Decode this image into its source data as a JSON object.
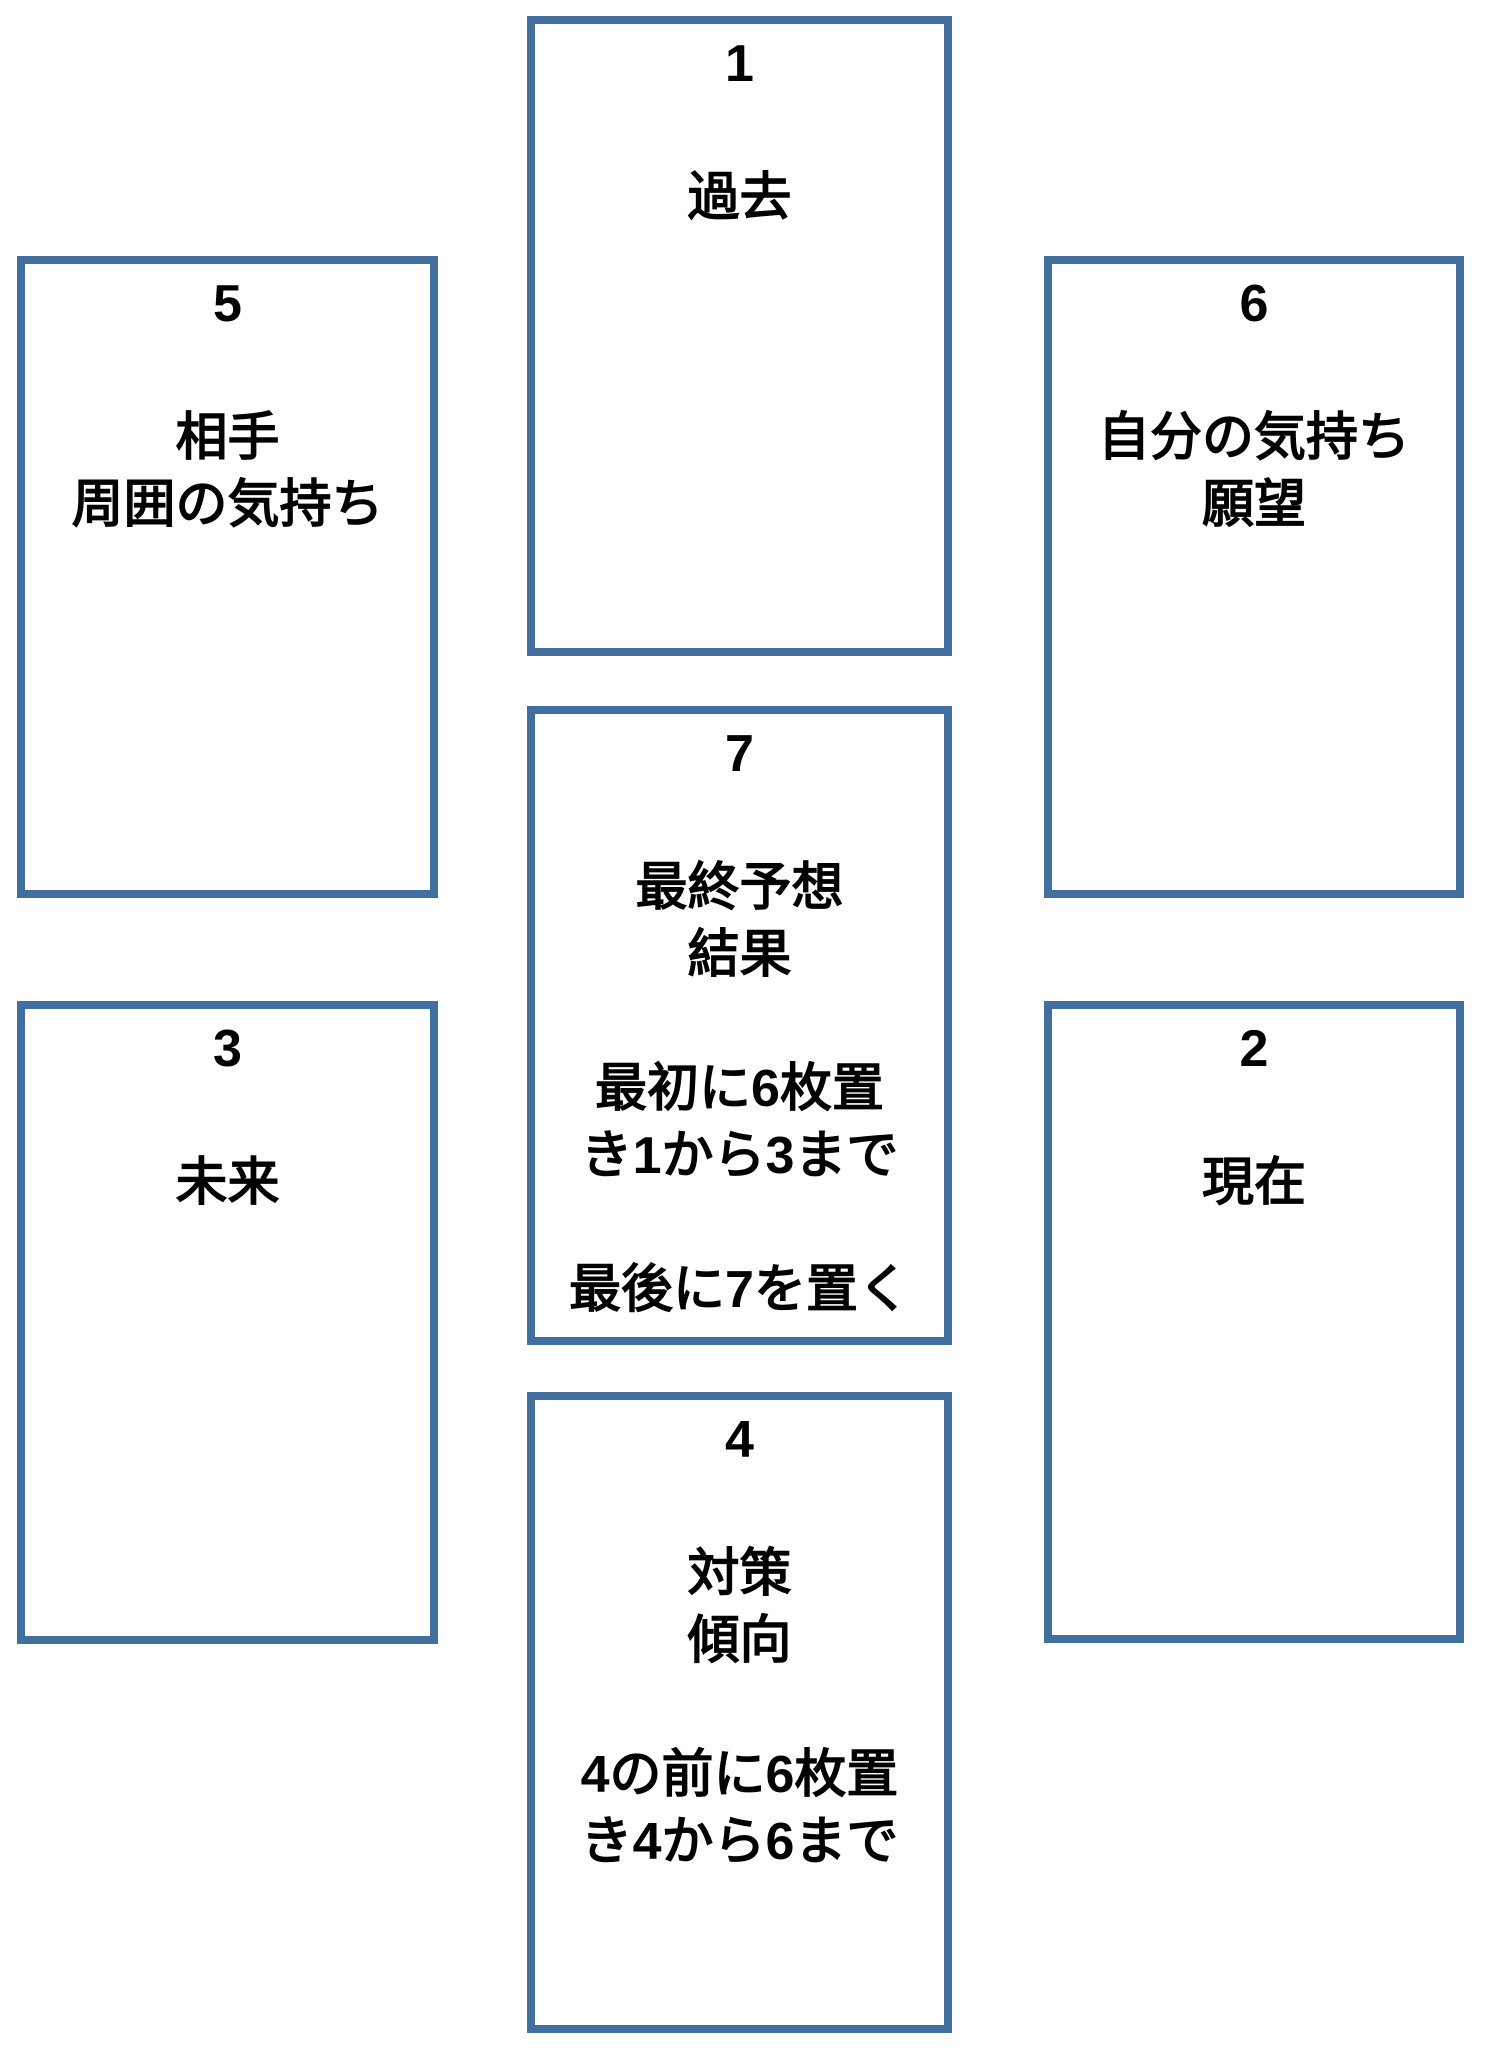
{
  "colors": {
    "background": "#ffffff",
    "card_border": "#436f9e",
    "text": "#000000"
  },
  "cards": [
    {
      "number": "1",
      "lines": [
        "1",
        "",
        "過去"
      ]
    },
    {
      "number": "5",
      "lines": [
        "5",
        "",
        "相手",
        "周囲の気持ち"
      ]
    },
    {
      "number": "6",
      "lines": [
        "6",
        "",
        "自分の気持ち",
        "願望"
      ]
    },
    {
      "number": "7",
      "lines": [
        "7",
        "",
        "最終予想",
        "結果",
        "",
        "最初に6枚置",
        "き1から3まで",
        "",
        "最後に7を置く"
      ]
    },
    {
      "number": "3",
      "lines": [
        "3",
        "",
        "未来"
      ]
    },
    {
      "number": "2",
      "lines": [
        "2",
        "",
        "現在"
      ]
    },
    {
      "number": "4",
      "lines": [
        "4",
        "",
        "対策",
        "傾向",
        "",
        "4の前に6枚置",
        "き4から6まで"
      ]
    }
  ]
}
